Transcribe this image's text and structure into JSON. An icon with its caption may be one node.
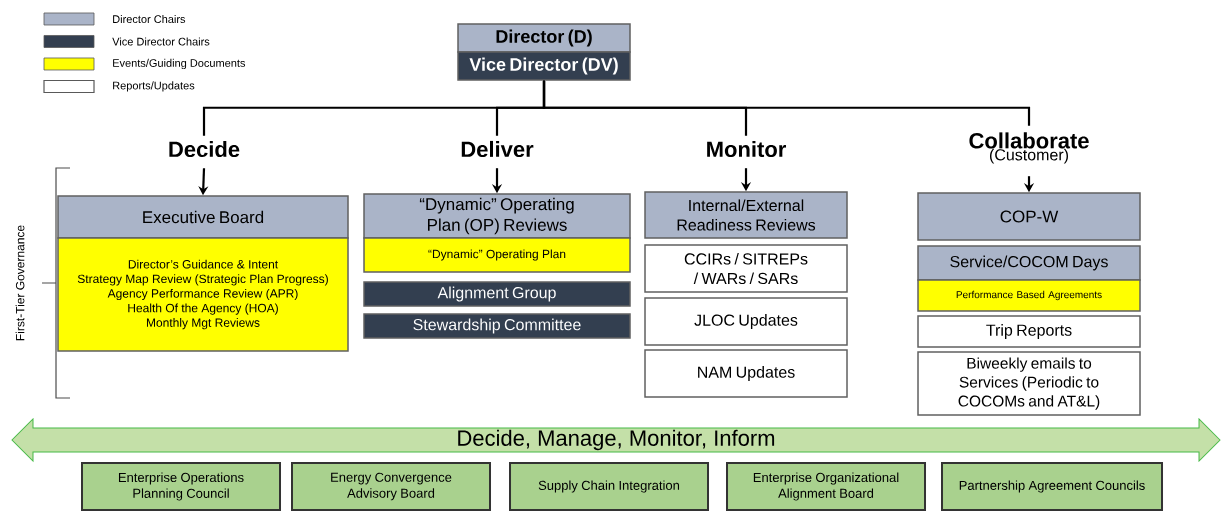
{
  "diagram": {
    "nodes": [
      {
        "text": [
          "Director (D)"
        ]
      },
      {
        "text": [
          "Vice Director (DV)"
        ]
      },
      {
        "text": [
          "Decide"
        ]
      },
      {
        "text": [
          "Deliver"
        ]
      },
      {
        "text": [
          "Monitor"
        ]
      },
      {
        "text": [
          "Collaborate",
          "(Customer)"
        ]
      },
      {
        "text": [
          "Executive Board"
        ]
      },
      {
        "text": [
          "Director’s Guidance & Intent",
          "Strategy Map Review (Strategic Plan Progress)",
          "Agency Performance Review (APR)",
          "Health Of the Agency (HOA)",
          "Monthly Mgt Reviews"
        ]
      },
      {
        "text": [
          "“Dynamic” Operating Plan (OP) Reviews"
        ]
      },
      {
        "text": [
          "“Dynamic” Operating Plan"
        ]
      },
      {
        "text": [
          "Alignment Group"
        ]
      },
      {
        "text": [
          "Stewardship Committee"
        ]
      },
      {
        "text": [
          "Internal/External Readiness Reviews"
        ]
      },
      {
        "text": [
          "CCIRs / SITREPs / WARs / SARs"
        ]
      },
      {
        "text": [
          "JLOC Updates"
        ]
      },
      {
        "text": [
          "NAM Updates"
        ]
      },
      {
        "text": [
          "COP-W"
        ]
      },
      {
        "text": [
          "Service/COCOM Days"
        ]
      },
      {
        "text": [
          "Performance Based Agreements"
        ]
      },
      {
        "text": [
          "Trip Reports"
        ]
      },
      {
        "text": [
          "Biweekly emails to Services (Periodic to COCOMs and AT&L)"
        ]
      },
      {
        "text": [
          "Decide, Manage, Monitor, Inform"
        ]
      },
      {
        "text": [
          "Enterprise Operations Planning Council"
        ]
      },
      {
        "text": [
          "Energy Convergence Advisory Board"
        ]
      },
      {
        "text": [
          "Supply Chain Integration"
        ]
      },
      {
        "text": [
          "Enterprise Organizational Alignment Board"
        ]
      },
      {
        "text": [
          "Partnership Agreement Councils"
        ]
      }
    ],
    "edges": [
      {
        "from": 1,
        "to": 2,
        "arrow": "none"
      },
      {
        "from": 1,
        "to": 3,
        "arrow": "none"
      },
      {
        "from": 1,
        "to": 4,
        "arrow": "none"
      },
      {
        "from": 1,
        "to": 5,
        "arrow": "none"
      },
      {
        "from": 2,
        "to": 6,
        "arrow": "to"
      },
      {
        "from": 3,
        "to": 8,
        "arrow": "to"
      },
      {
        "from": 4,
        "to": 12,
        "arrow": "to"
      },
      {
        "from": 5,
        "to": 16,
        "arrow": "to"
      }
    ],
    "labels": [
      "First-Tier Governance"
    ],
    "legend": [
      {
        "text": "Director Chairs",
        "color": "#aab4c8"
      },
      {
        "text": "Vice Director Chairs",
        "color": "#333f50"
      },
      {
        "text": "Events/Guiding Documents",
        "color": "#ffff00"
      },
      {
        "text": "Reports/Updates"
      }
    ]
  }
}
